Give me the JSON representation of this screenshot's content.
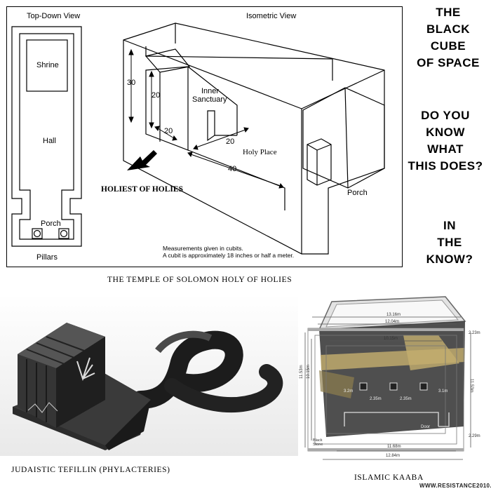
{
  "plan": {
    "topdown_title": "Top-Down View",
    "isometric_title": "Isometric View",
    "shrine": "Shrine",
    "hall": "Hall",
    "porch_topdown": "Porch",
    "pillars": "Pillars",
    "inner_sanctuary_line1": "Inner",
    "inner_sanctuary_line2": "Sanctuary",
    "holy_place": "Holy Place",
    "porch_iso": "Porch",
    "dims": {
      "d30": "30",
      "d20_height": "20",
      "d20_depth": "20",
      "d20_width": "20",
      "d40": "40"
    },
    "holiest_of_holies": "HOLIEST OF HOLIES",
    "note_line1": "Measurements given in cubits.",
    "note_line2": "A cubit is approximately 18 inches or half a meter."
  },
  "headline": {
    "line1": "THE",
    "line2": "BLACK",
    "line3": "CUBE",
    "line4": "OF SPACE",
    "question1": "DO YOU",
    "question2": "KNOW",
    "question3": "WHAT",
    "question4": "THIS DOES?",
    "question5": "IN",
    "question6": "THE",
    "question7": "KNOW?"
  },
  "captions": {
    "temple": "THE TEMPLE OF SOLOMON HOLY OF HOLIES",
    "tefillin": "JUDAISTIC TEFILLIN (PHYLACTERIES)",
    "kaaba": "ISLAMIC KAABA",
    "website": "WWW.RESISTANCE2010.COM"
  },
  "kaaba_dims": {
    "top1": "13.16m",
    "top2": "12.04m",
    "inner1": "10.15m",
    "left_outer": "11.53m",
    "left_inner": "10.15m",
    "right_outer": "11.53m",
    "right_top": "2.23m",
    "right_bottom": "2.29m",
    "bottom1": "11.68m",
    "bottom2": "12.84m",
    "col1": "2.35m",
    "col2": "2.35m",
    "col_side1": "3.2m",
    "col_side2": "3.1m",
    "door": "Door",
    "black_stone": "Black Stone"
  }
}
